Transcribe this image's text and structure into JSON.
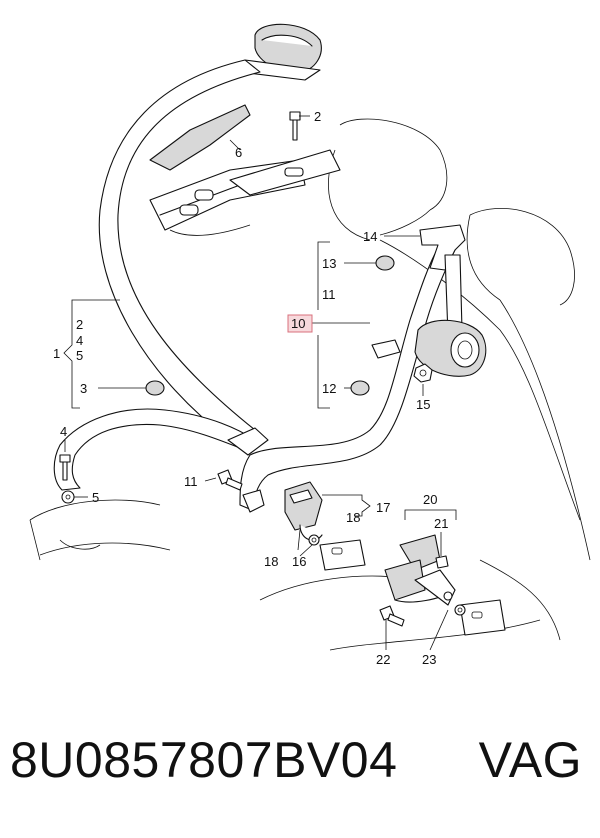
{
  "diagram": {
    "callouts": {
      "c1": "1",
      "c2a": "2",
      "c2b": "2",
      "c3": "3",
      "c4a": "4",
      "c4b": "4",
      "c5a": "5",
      "c5b": "5",
      "c6": "6",
      "c10": "10",
      "c11a": "11",
      "c11b": "11",
      "c12": "12",
      "c13": "13",
      "c14": "14",
      "c15": "15",
      "c16": "16",
      "c17": "17",
      "c18a": "18",
      "c18b": "18",
      "c20": "20",
      "c21": "21",
      "c22": "22",
      "c23": "23"
    },
    "highlight_color": "#d9707c"
  },
  "footer": {
    "part_number": "8U0857807BV04",
    "brand": "VAG"
  }
}
